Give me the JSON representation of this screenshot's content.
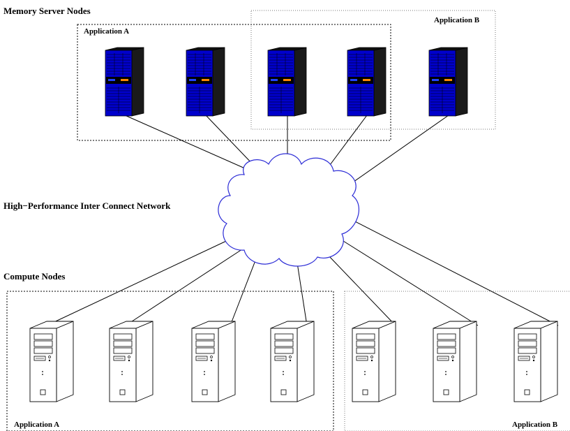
{
  "labels": {
    "memory_server_nodes": "Memory Server Nodes",
    "interconnect": "High−Performance Inter Connect Network",
    "compute_nodes": "Compute Nodes"
  },
  "groups": {
    "memory_app_a": "Application A",
    "memory_app_b": "Application B",
    "compute_app_a": "Application A",
    "compute_app_b": "Application B"
  },
  "counts": {
    "memory_servers": 5,
    "compute_nodes": 7
  },
  "colors": {
    "server_body": "#0000cc",
    "server_side": "#1a1a1a",
    "server_accent": "#ff8800",
    "cloud_stroke": "#2b2bd6",
    "line": "#000000"
  },
  "icons": {
    "memory_server": "rack-server-icon",
    "compute_node": "tower-pc-icon",
    "network": "cloud-icon"
  }
}
